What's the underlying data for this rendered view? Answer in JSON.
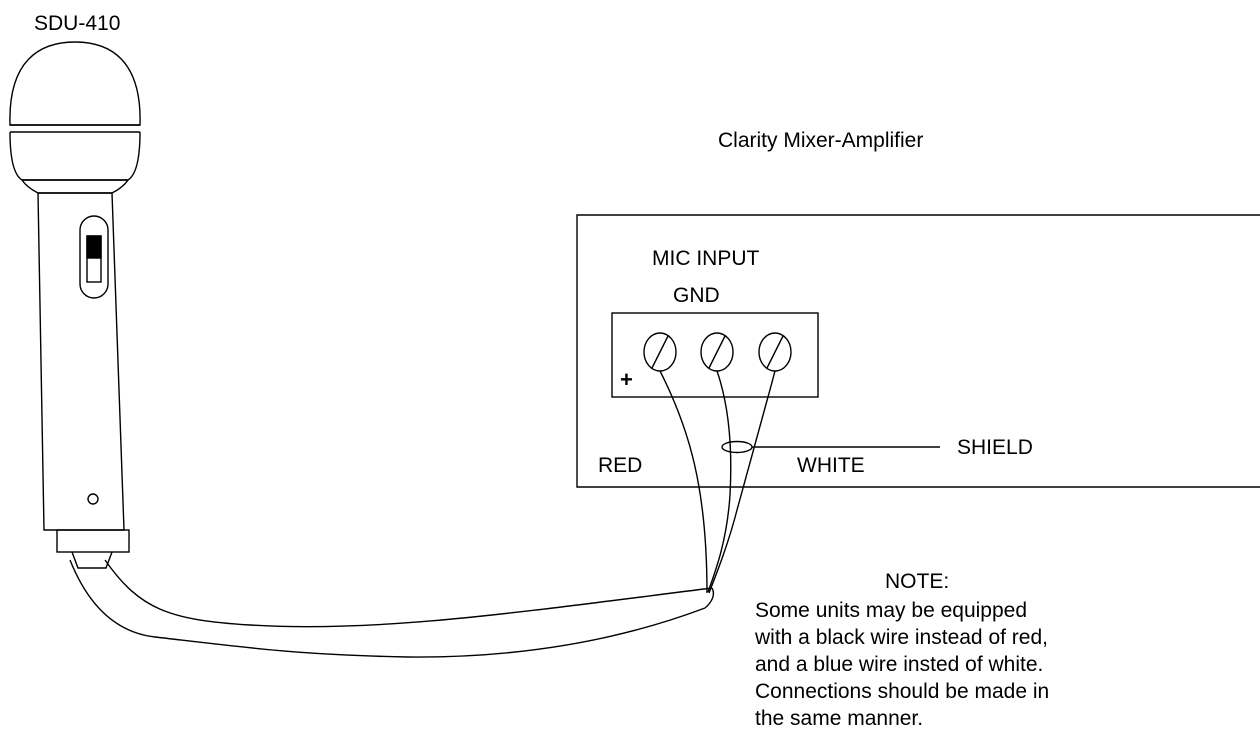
{
  "labels": {
    "microphone_model": "SDU-410",
    "amplifier_title": "Clarity Mixer-Amplifier",
    "mic_input": "MIC INPUT",
    "gnd": "GND",
    "plus": "+",
    "red": "RED",
    "white": "WHITE",
    "shield": "SHIELD"
  },
  "note": {
    "heading": "NOTE:",
    "lines": [
      "Some units may be equipped",
      "with a black wire instead of red,",
      "and a blue wire insted of white.",
      "Connections should be made in",
      "the same manner."
    ]
  },
  "colors": {
    "line": "#000000",
    "background": "#ffffff",
    "switch_fill": "#000000"
  }
}
